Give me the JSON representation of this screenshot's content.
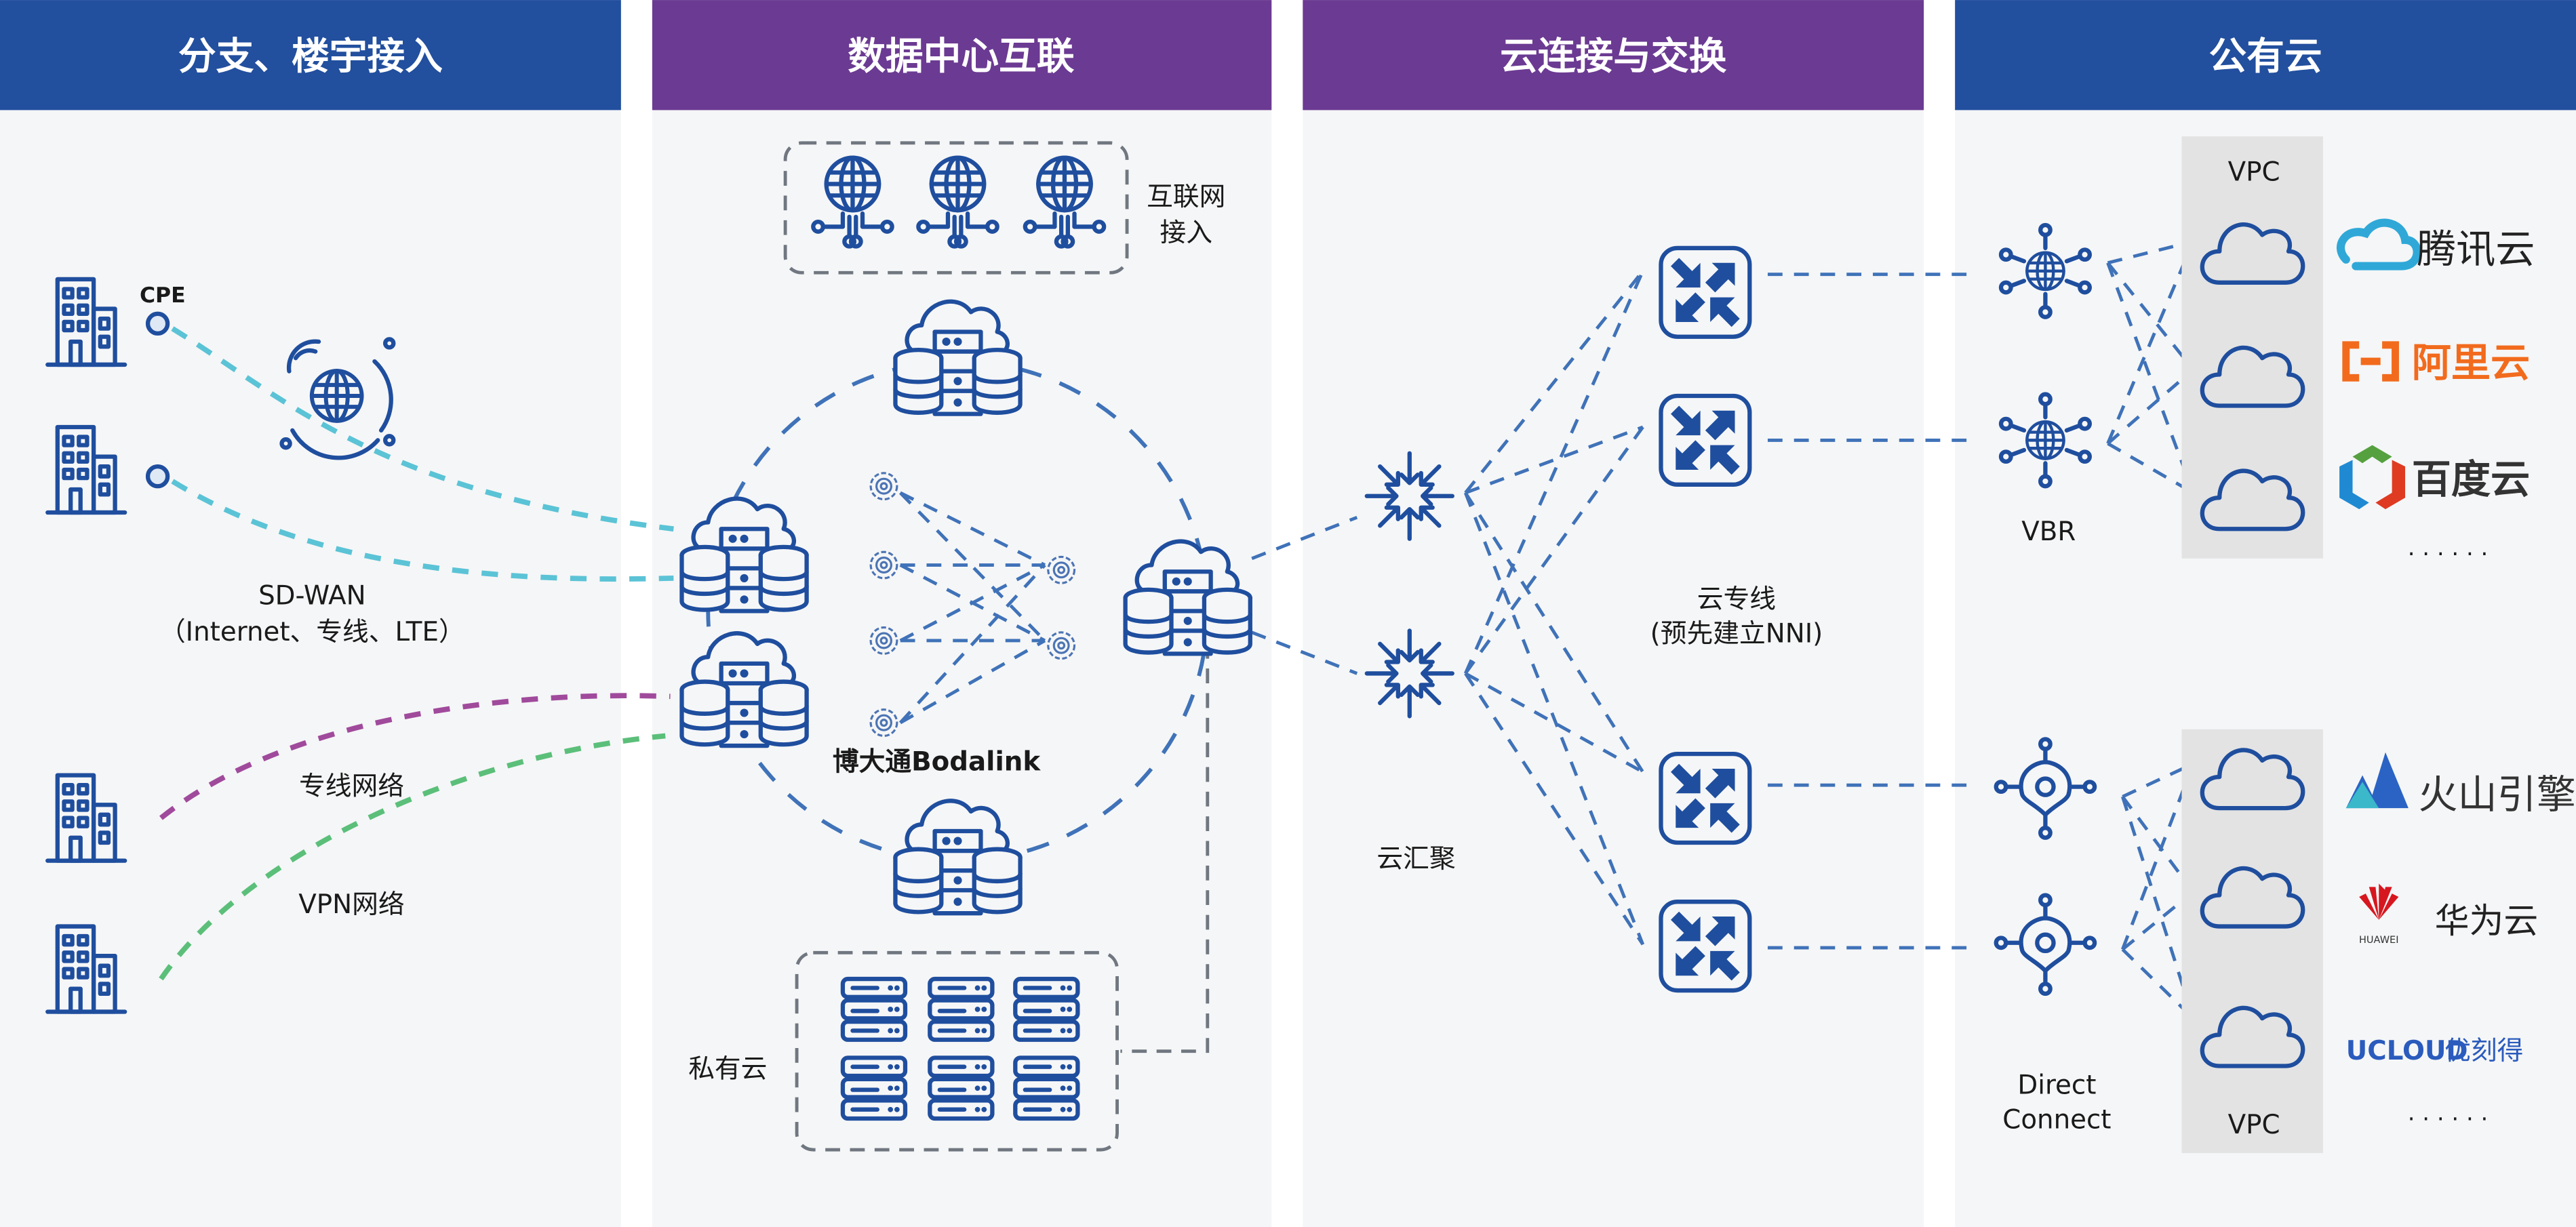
{
  "colors": {
    "blue_header": "#224f9e",
    "purple_header": "#6b3a92",
    "panel_bg": "#f5f6f7",
    "icon": "#1f4e9e",
    "sdwan_line": "#5bc3d6",
    "leased_line": "#a04a9c",
    "vpn_line": "#5bbf7a",
    "vpc_panel": "#e3e3e3"
  },
  "columns": [
    {
      "title": "分支、楼宇接入"
    },
    {
      "title": "数据中心互联"
    },
    {
      "title": "云连接与交换"
    },
    {
      "title": "公有云"
    }
  ],
  "branch": {
    "cpe_label": "CPE",
    "sdwan_title": "SD-WAN",
    "sdwan_sub": "（Internet、专线、LTE）",
    "leased_line": "专线网络",
    "vpn": "VPN网络"
  },
  "datacenter": {
    "internet_access_line1": "互联网",
    "internet_access_line2": "接入",
    "bodalink": "博大通Bodalink",
    "private_cloud": "私有云"
  },
  "cloud_exchange": {
    "aggregation": "云汇聚",
    "dedicated_line": "云专线",
    "dedicated_line_sub": "(预先建立NNI)"
  },
  "public_cloud": {
    "vbr": "VBR",
    "vpc_top": "VPC",
    "vpc_bottom": "VPC",
    "direct_connect_line1": "Direct",
    "direct_connect_line2": "Connect",
    "providers_top": [
      "腾讯云",
      "阿里云",
      "百度云"
    ],
    "providers_bottom": [
      "火山引擎",
      "华为云",
      "优刻得"
    ],
    "huawei_logo_text": "HUAWEI",
    "ucloud_logo_text": "UCLOUD",
    "more": "· · · · · ·"
  }
}
